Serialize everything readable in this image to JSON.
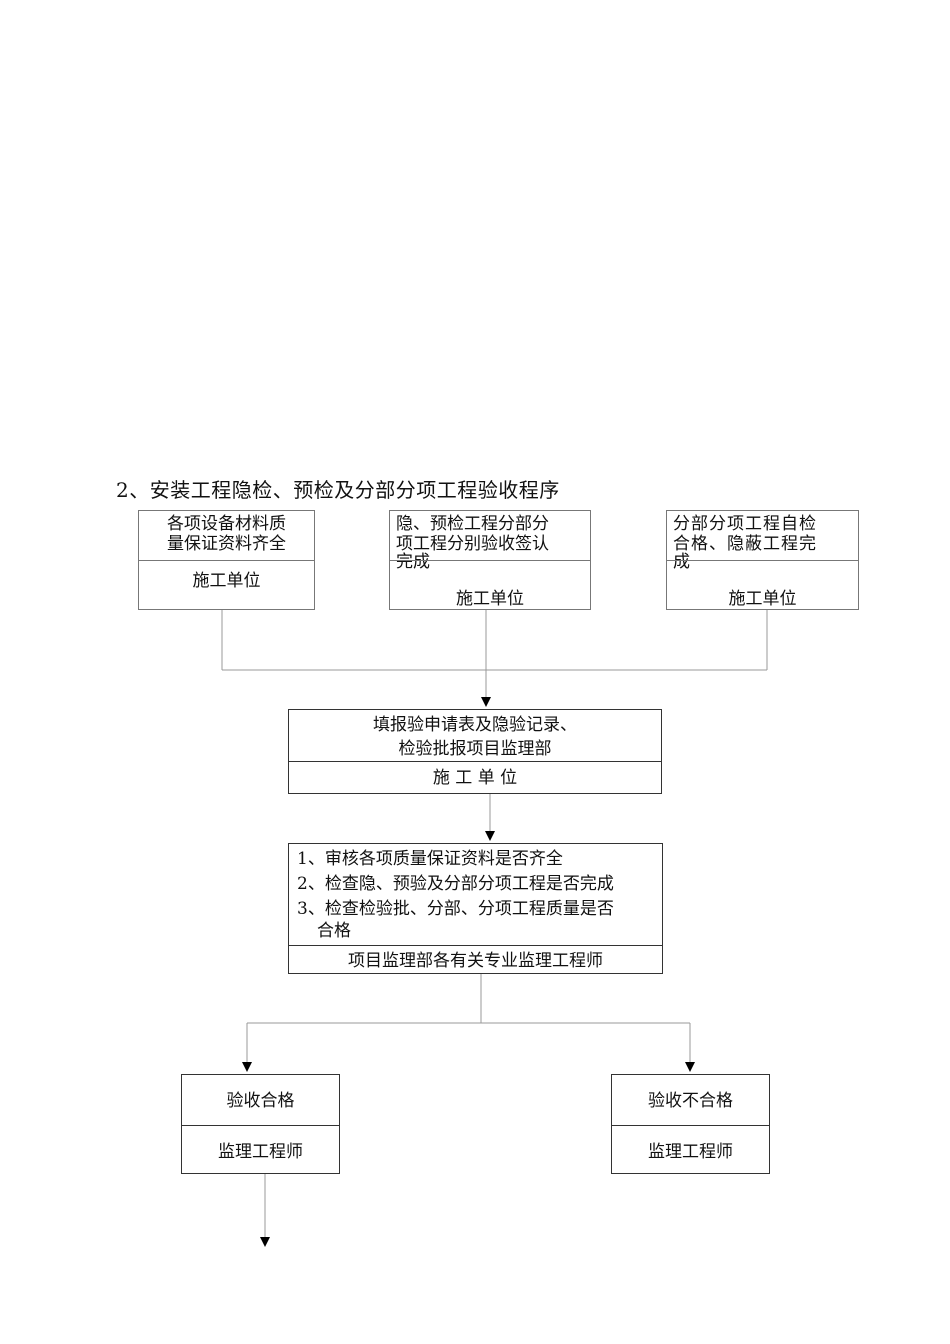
{
  "heading": "2、安装工程隐检、预检及分部分项工程验收程序",
  "top_boxes": [
    {
      "text_lines": [
        "各项设备材料质",
        "量保证资料齐全"
      ],
      "unit": "施工单位"
    },
    {
      "text_lines": [
        "隐、预检工程分部分",
        "项工程分别验收签认",
        "完成"
      ],
      "unit": "施工单位"
    },
    {
      "text_lines": [
        "分部分项工程自检",
        "合格、隐蔽工程完",
        "成"
      ],
      "unit": "施工单位"
    }
  ],
  "submit_box": {
    "text_lines": [
      "填报验申请表及隐验记录、",
      "检验批报项目监理部"
    ],
    "unit": "施  工  单  位"
  },
  "review_box": {
    "items": [
      "1、审核各项质量保证资料是否齐全",
      "2、检查隐、预验及分部分项工程是否完成",
      "3、检查检验批、分部、分项工程质量是否"
    ],
    "item3_continuation": "合格",
    "unit": "项目监理部各有关专业监理工程师"
  },
  "result_boxes": [
    {
      "label": "验收合格",
      "role": "监理工程师"
    },
    {
      "label": "验收不合格",
      "role": "监理工程师"
    }
  ],
  "colors": {
    "line": "#777777",
    "border_dark": "#333333",
    "arrow": "#000000",
    "text": "#111111"
  }
}
